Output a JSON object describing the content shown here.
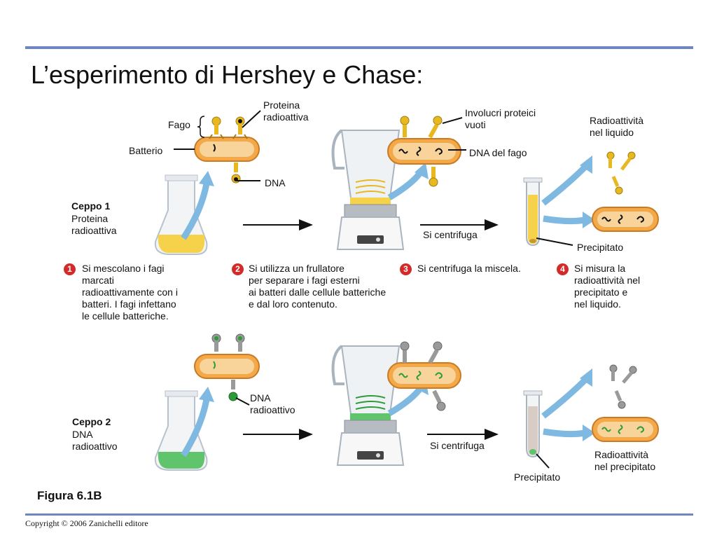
{
  "title": "L’esperimento di Hershey e Chase:",
  "labels": {
    "proteina_radioattiva_top": "Proteina\nradioattiva",
    "fago": "Fago",
    "batterio": "Batterio",
    "dna": "DNA",
    "involucri": "Involucri proteici\nvuoti",
    "dna_del_fago": "DNA del fago",
    "radioattivita_liquido": "Radioattività\nnel liquido",
    "si_centrifuga_1": "Si centrifuga",
    "precipitato_1": "Precipitato",
    "dna_radioattivo": "DNA\nradioattivo",
    "si_centrifuga_2": "Si centrifuga",
    "radioattivita_precipitato": "Radioattività\nnel precipitato",
    "precipitato_2": "Precipitato"
  },
  "ceppo1": {
    "name": "Ceppo 1",
    "desc": "Proteina\nradioattiva"
  },
  "ceppo2": {
    "name": "Ceppo 2",
    "desc": "DNA\nradioattivo"
  },
  "steps": [
    {
      "num": "1",
      "text": "Si mescolano i fagi\nmarcati\nradioattivamente con i\nbatteri. I fagi infettano\nle cellule batteriche."
    },
    {
      "num": "2",
      "text": "Si utilizza un frullatore\nper separare i fagi esterni\nai batteri dalle cellule batteriche\ne dal loro contenuto."
    },
    {
      "num": "3",
      "text": "Si centrifuga la miscela."
    },
    {
      "num": "4",
      "text": "Si misura la\nradioattività nel\nprecipitato e\nnel liquido."
    }
  ],
  "figure_label": "Figura 6.1B",
  "copyright": "Copyright © 2006 Zanichelli editore",
  "colors": {
    "rule": "#6f86c2",
    "bacterium": "#f3a94a",
    "bacterium_inner": "#f8d49a",
    "phage_protein_labeled": "#e8b820",
    "phage_dna_labeled": "#2e9b3a",
    "phage_gray": "#9a9a9a",
    "arrow_blue": "#7fb8e0",
    "step_red": "#d42a2a"
  }
}
